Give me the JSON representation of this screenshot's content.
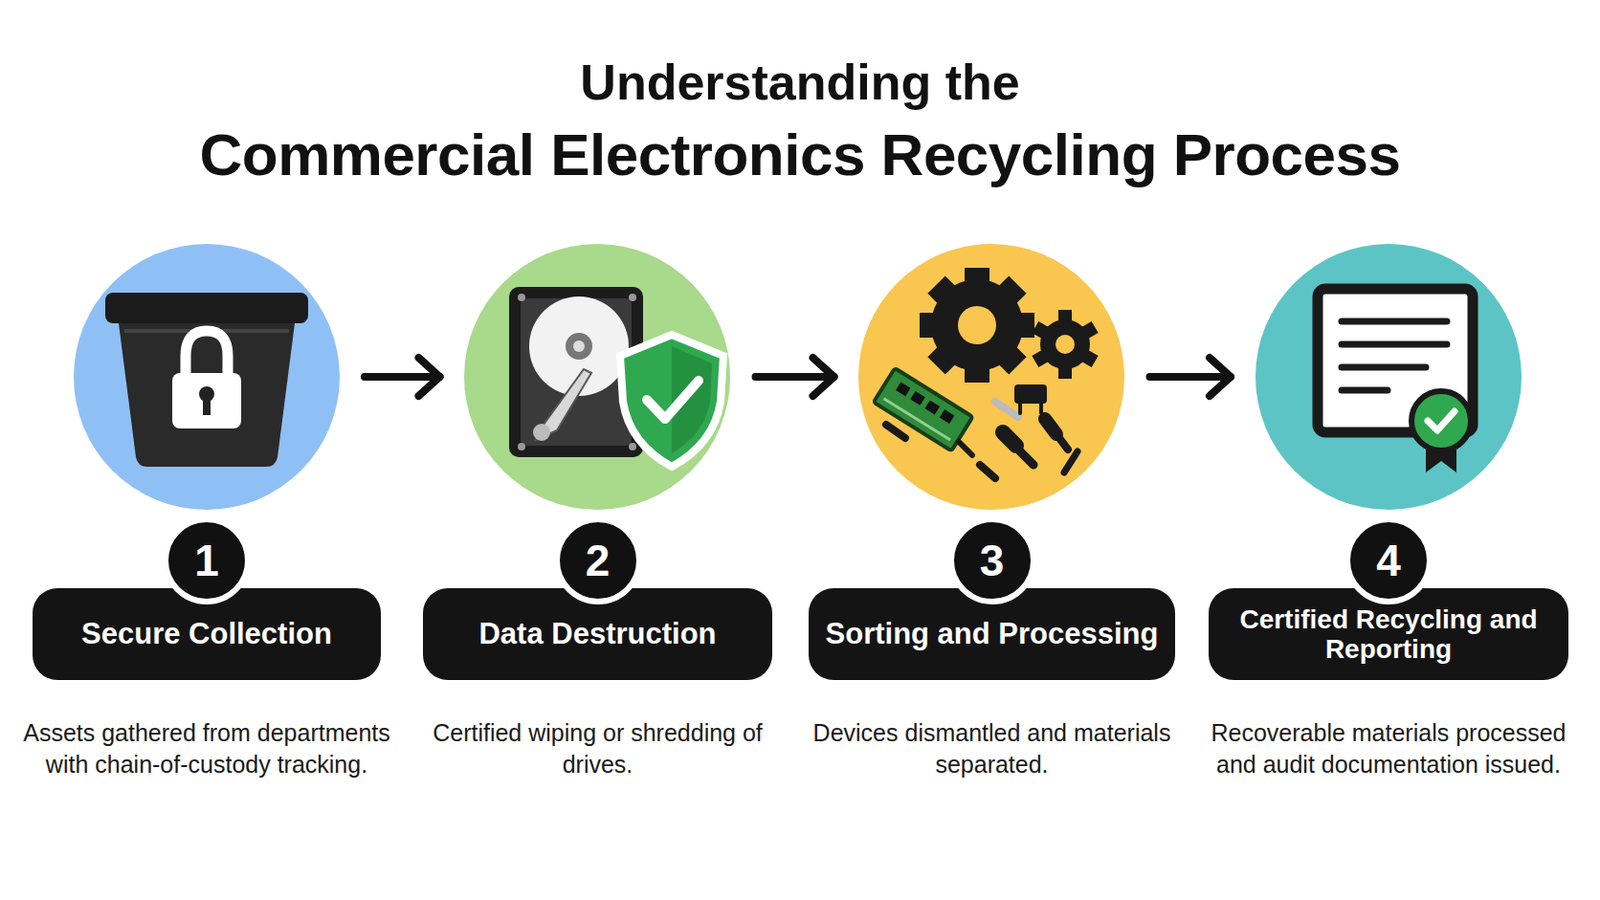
{
  "diagram": {
    "title": "Commercial Electronics Recycling Process",
    "nodes": [
      {
        "text": [
          "Secure Collection",
          "Assets gathered from departments with chain-of-custody tracking."
        ]
      },
      {
        "text": [
          "1"
        ],
        "in": 0
      },
      {
        "text": [
          "Data Destruction",
          "Certified wiping or shredding of drives."
        ]
      },
      {
        "text": [
          "2"
        ],
        "in": 2
      },
      {
        "text": [
          "Sorting and Processing",
          "Devices dismantled and materials separated."
        ]
      },
      {
        "text": [
          "3"
        ],
        "in": 4
      },
      {
        "text": [
          "Certified Recycling and Reporting",
          "Recoverable materials processed and audit documentation issued."
        ]
      },
      {
        "text": [
          "4"
        ],
        "in": 6
      }
    ],
    "edges": [
      {
        "from": 0,
        "to": 2,
        "arrow": "to"
      },
      {
        "from": 2,
        "to": 4,
        "arrow": "to"
      },
      {
        "from": 4,
        "to": 6,
        "arrow": "to"
      }
    ],
    "labels": [
      "Understanding the"
    ]
  }
}
